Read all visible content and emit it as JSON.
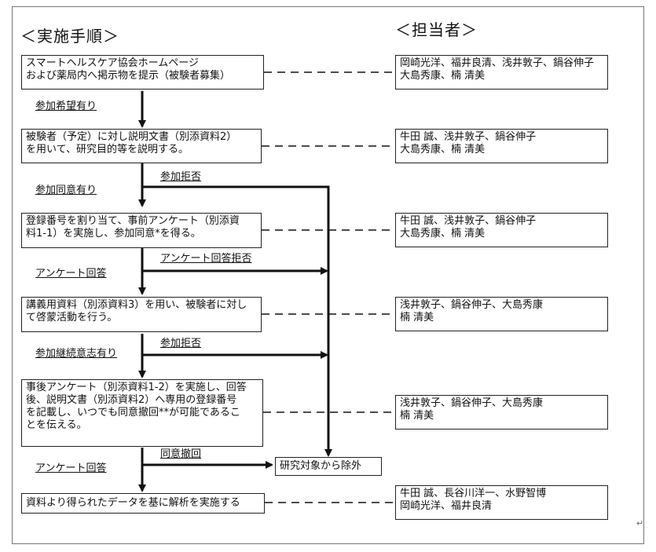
{
  "headers": {
    "procedure": "＜実施手順＞",
    "staff": "＜担当者＞"
  },
  "steps": [
    {
      "lines": [
        "スマートヘルスケア協会ホームページ",
        "および薬局内へ掲示物を提示（被験者募集）"
      ]
    },
    {
      "lines": [
        "被験者（予定）に対し説明文書（別添資料2）",
        "を用いて、研究目的等を説明する。"
      ]
    },
    {
      "lines": [
        "登録番号を割り当て、事前アンケート（別添資",
        "料1-1）を実施し、参加同意*を得る。"
      ]
    },
    {
      "lines": [
        "講義用資料（別添資料3）を用い、被験者に対し",
        "て啓蒙活動を行う。"
      ]
    },
    {
      "lines": [
        "事後アンケート（別添資料1-2）を実施し、回答",
        "後、説明文書（別添資料2）へ専用の登録番号",
        "を記載し、いつでも同意撤回**が可能であるこ",
        "とを伝える。"
      ]
    },
    {
      "lines": [
        "資料より得られたデータを基に解析を実施する"
      ]
    }
  ],
  "staff_boxes": [
    {
      "lines": [
        "岡崎光洋、福井良清、浅井敦子、鍋谷伸子",
        "大島秀康、楠 清美"
      ]
    },
    {
      "lines": [
        "牛田 誠、浅井敦子、鍋谷伸子",
        "大島秀康、楠 清美"
      ]
    },
    {
      "lines": [
        "牛田 誠、浅井敦子、鍋谷伸子",
        "大島秀康、楠 清美"
      ]
    },
    {
      "lines": [
        "浅井敦子、鍋谷伸子、大島秀康",
        "楠 清美"
      ]
    },
    {
      "lines": [
        "浅井敦子、鍋谷伸子、大島秀康",
        "楠 清美"
      ]
    },
    {
      "lines": [
        "牛田 誠、長谷川洋一、水野智博",
        "岡崎光洋、福井良清"
      ]
    }
  ],
  "flow_labels": {
    "continue_1": "参加希望有り",
    "continue_2": "参加同意有り",
    "continue_3": "アンケート回答",
    "continue_4": "参加継続意志有り",
    "continue_5": "アンケート回答",
    "exit_1": "参加拒否",
    "exit_2": "アンケート回答拒否",
    "exit_3": "参加拒否",
    "exit_4": "同意撤回"
  },
  "exclusion_box": "研究対象から除外",
  "return_mark": "↵"
}
